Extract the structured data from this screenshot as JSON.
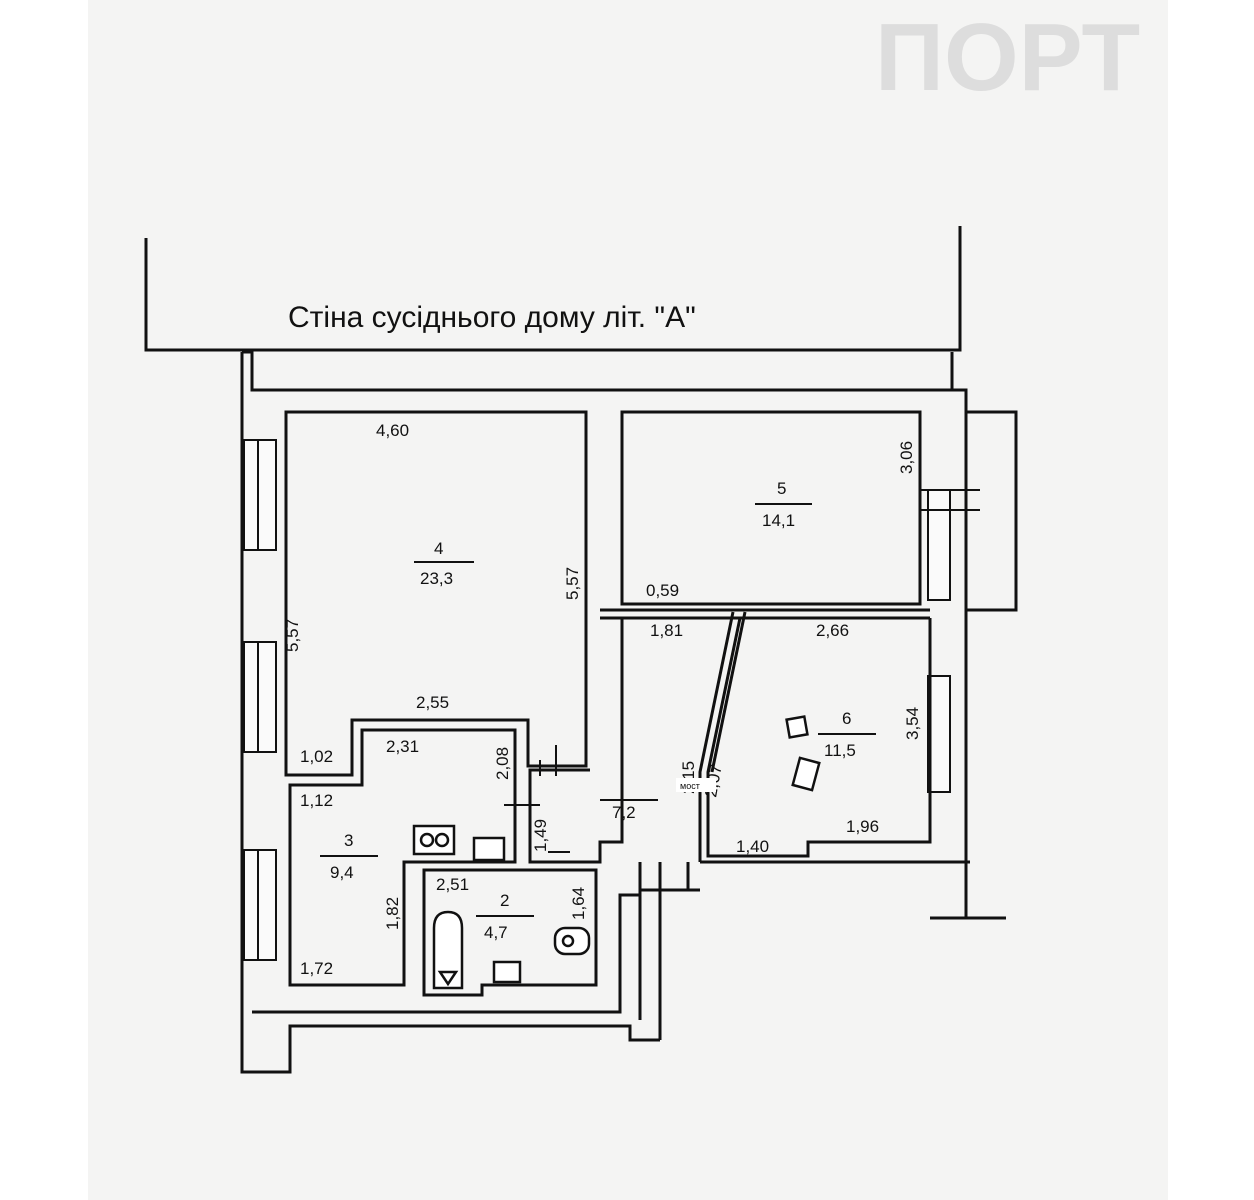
{
  "header_fragment": "ПОРТ",
  "title": "Стіна сусіднього дому літ. \"А\"",
  "rooms": [
    {
      "number": "2",
      "area": "4,7"
    },
    {
      "number": "3",
      "area": "9,4"
    },
    {
      "number": "4",
      "area": "23,3"
    },
    {
      "number": "5",
      "area": "14,1"
    },
    {
      "number": "6",
      "area": "11,5"
    },
    {
      "number": "",
      "area": "7,2"
    }
  ],
  "dimensions": {
    "d460": "4,60",
    "d306": "3,06",
    "d557_left": "5,57",
    "d557_mid": "5,57",
    "d059": "0,59",
    "d181": "1,81",
    "d266": "2,66",
    "d255": "2,55",
    "d231": "2,31",
    "d208": "2,08",
    "d102": "1,02",
    "d112": "1,12",
    "d149": "1,49",
    "d251": "2,51",
    "d164": "1,64",
    "d182": "1,82",
    "d172": "1,72",
    "d354": "3,54",
    "d196": "1,96",
    "d140": "1,40",
    "d215": "2,15",
    "d207": "2,07"
  },
  "watermark": "мост"
}
